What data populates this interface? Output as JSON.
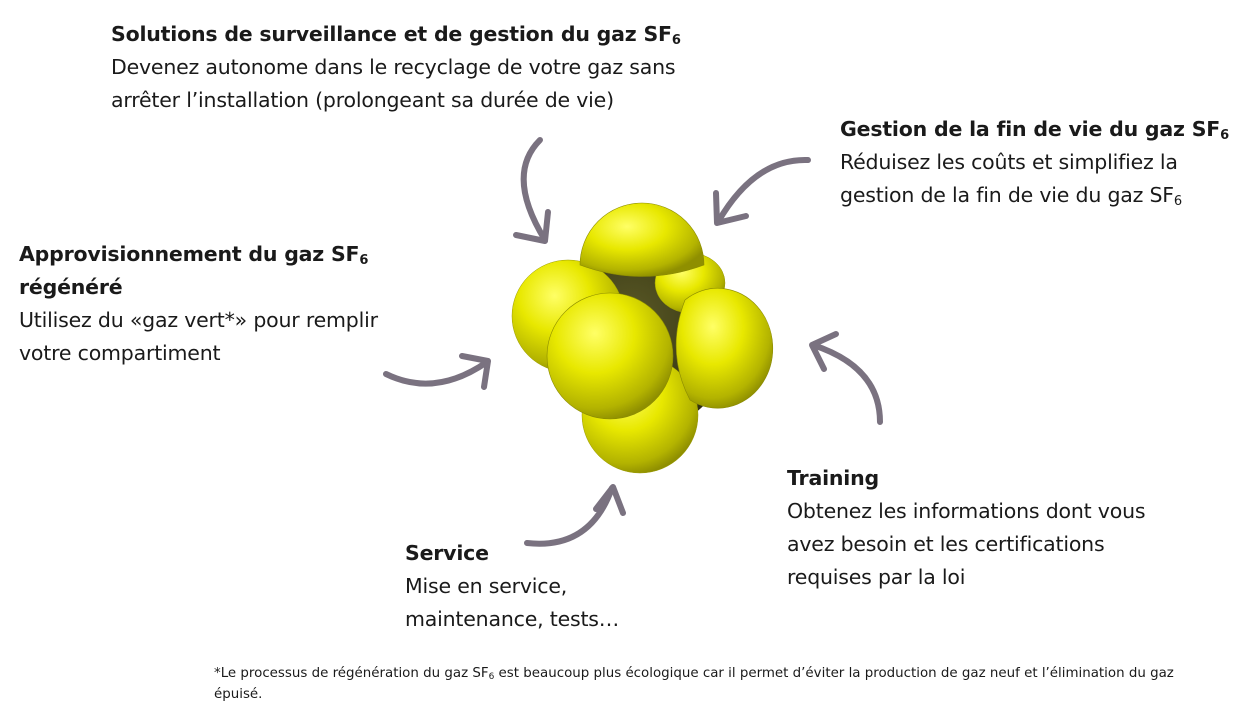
{
  "colors": {
    "arrow": "#7a7280",
    "sphere_yellow": "#e6e600",
    "sphere_core": "#3b3a18",
    "text": "#1a1a1a"
  },
  "sections": {
    "surveillance": {
      "title_main": "Solutions de surveillance et de gestion du gaz SF",
      "title_sub": "6",
      "desc": "Devenez autonome dans le recyclage de votre gaz sans arrêter l’installation (prolongeant sa durée de vie)"
    },
    "fin_vie": {
      "title_main": "Gestion de la fin de vie du gaz SF",
      "title_sub": "6",
      "desc_main": "Réduisez les coûts et simplifiez la gestion de la fin de vie du gaz SF",
      "desc_sub": "6"
    },
    "appro": {
      "title_main": "Approvisionnement du gaz SF",
      "title_sub": "6",
      "title_line2": "régénéré",
      "desc": "Utilisez du «gaz vert*» pour remplir votre compartiment"
    },
    "training": {
      "title": "Training",
      "desc": "Obtenez les informations dont vous avez besoin et les certifications requises par la loi"
    },
    "service": {
      "title": "Service",
      "desc": "Mise en service, maintenance, tests…"
    }
  },
  "footnote": {
    "part1": "*Le processus de régénération du gaz SF",
    "sub": "6",
    "part2": " est beaucoup plus écologique car il permet d’éviter la production de gaz neuf et l’élimination du gaz épuisé."
  },
  "center_icon": "sf6-molecule-icon"
}
